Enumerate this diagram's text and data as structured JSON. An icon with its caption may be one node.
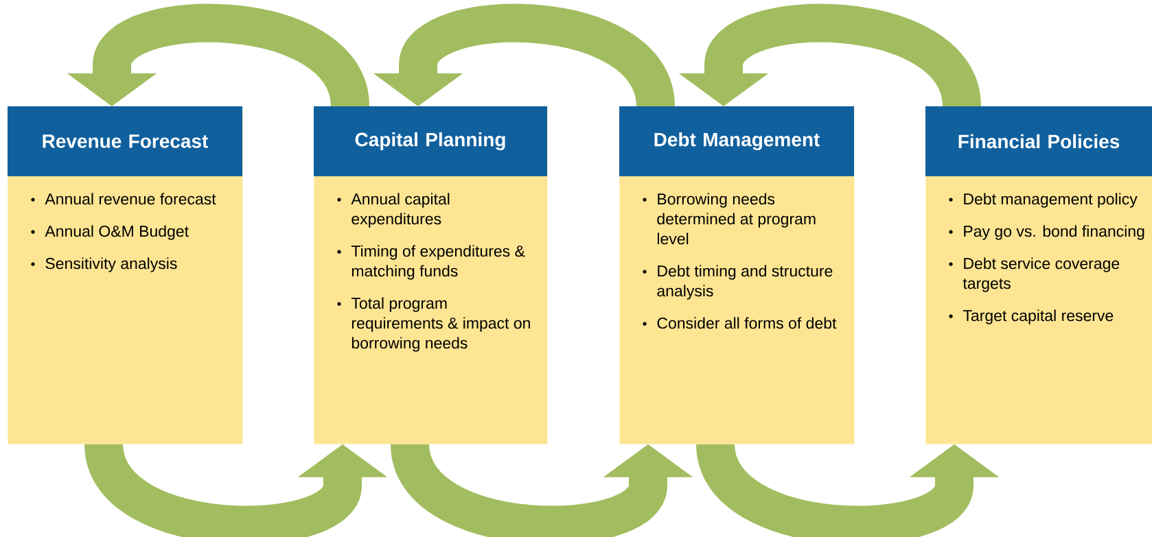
{
  "diagram": {
    "nodes": [
      {
        "text": [
          "Revenue Forecast",
          "Annual revenue forecast",
          "Annual O&M Budget",
          "Sensitivity analysis"
        ]
      },
      {
        "text": [
          "Capital Planning",
          "Annual capital expenditures",
          "Timing of expenditures & matching funds",
          "Total program requirements & impact on borrowing needs"
        ]
      },
      {
        "text": [
          "Debt Management",
          "Borrowing needs determined at program level",
          "Debt timing and structure analysis",
          "Consider all forms of debt"
        ]
      },
      {
        "text": [
          "Financial Policies",
          "Debt management policy",
          "Pay go vs. bond financing",
          "Debt service coverage targets",
          "Target capital reserve"
        ]
      }
    ],
    "edges": [
      {
        "from": 1,
        "to": 0,
        "arrow": "to"
      },
      {
        "from": 2,
        "to": 1,
        "arrow": "to"
      },
      {
        "from": 3,
        "to": 2,
        "arrow": "to"
      },
      {
        "from": 0,
        "to": 1,
        "arrow": "to"
      },
      {
        "from": 1,
        "to": 2,
        "arrow": "to"
      },
      {
        "from": 2,
        "to": 3,
        "arrow": "to"
      }
    ]
  }
}
